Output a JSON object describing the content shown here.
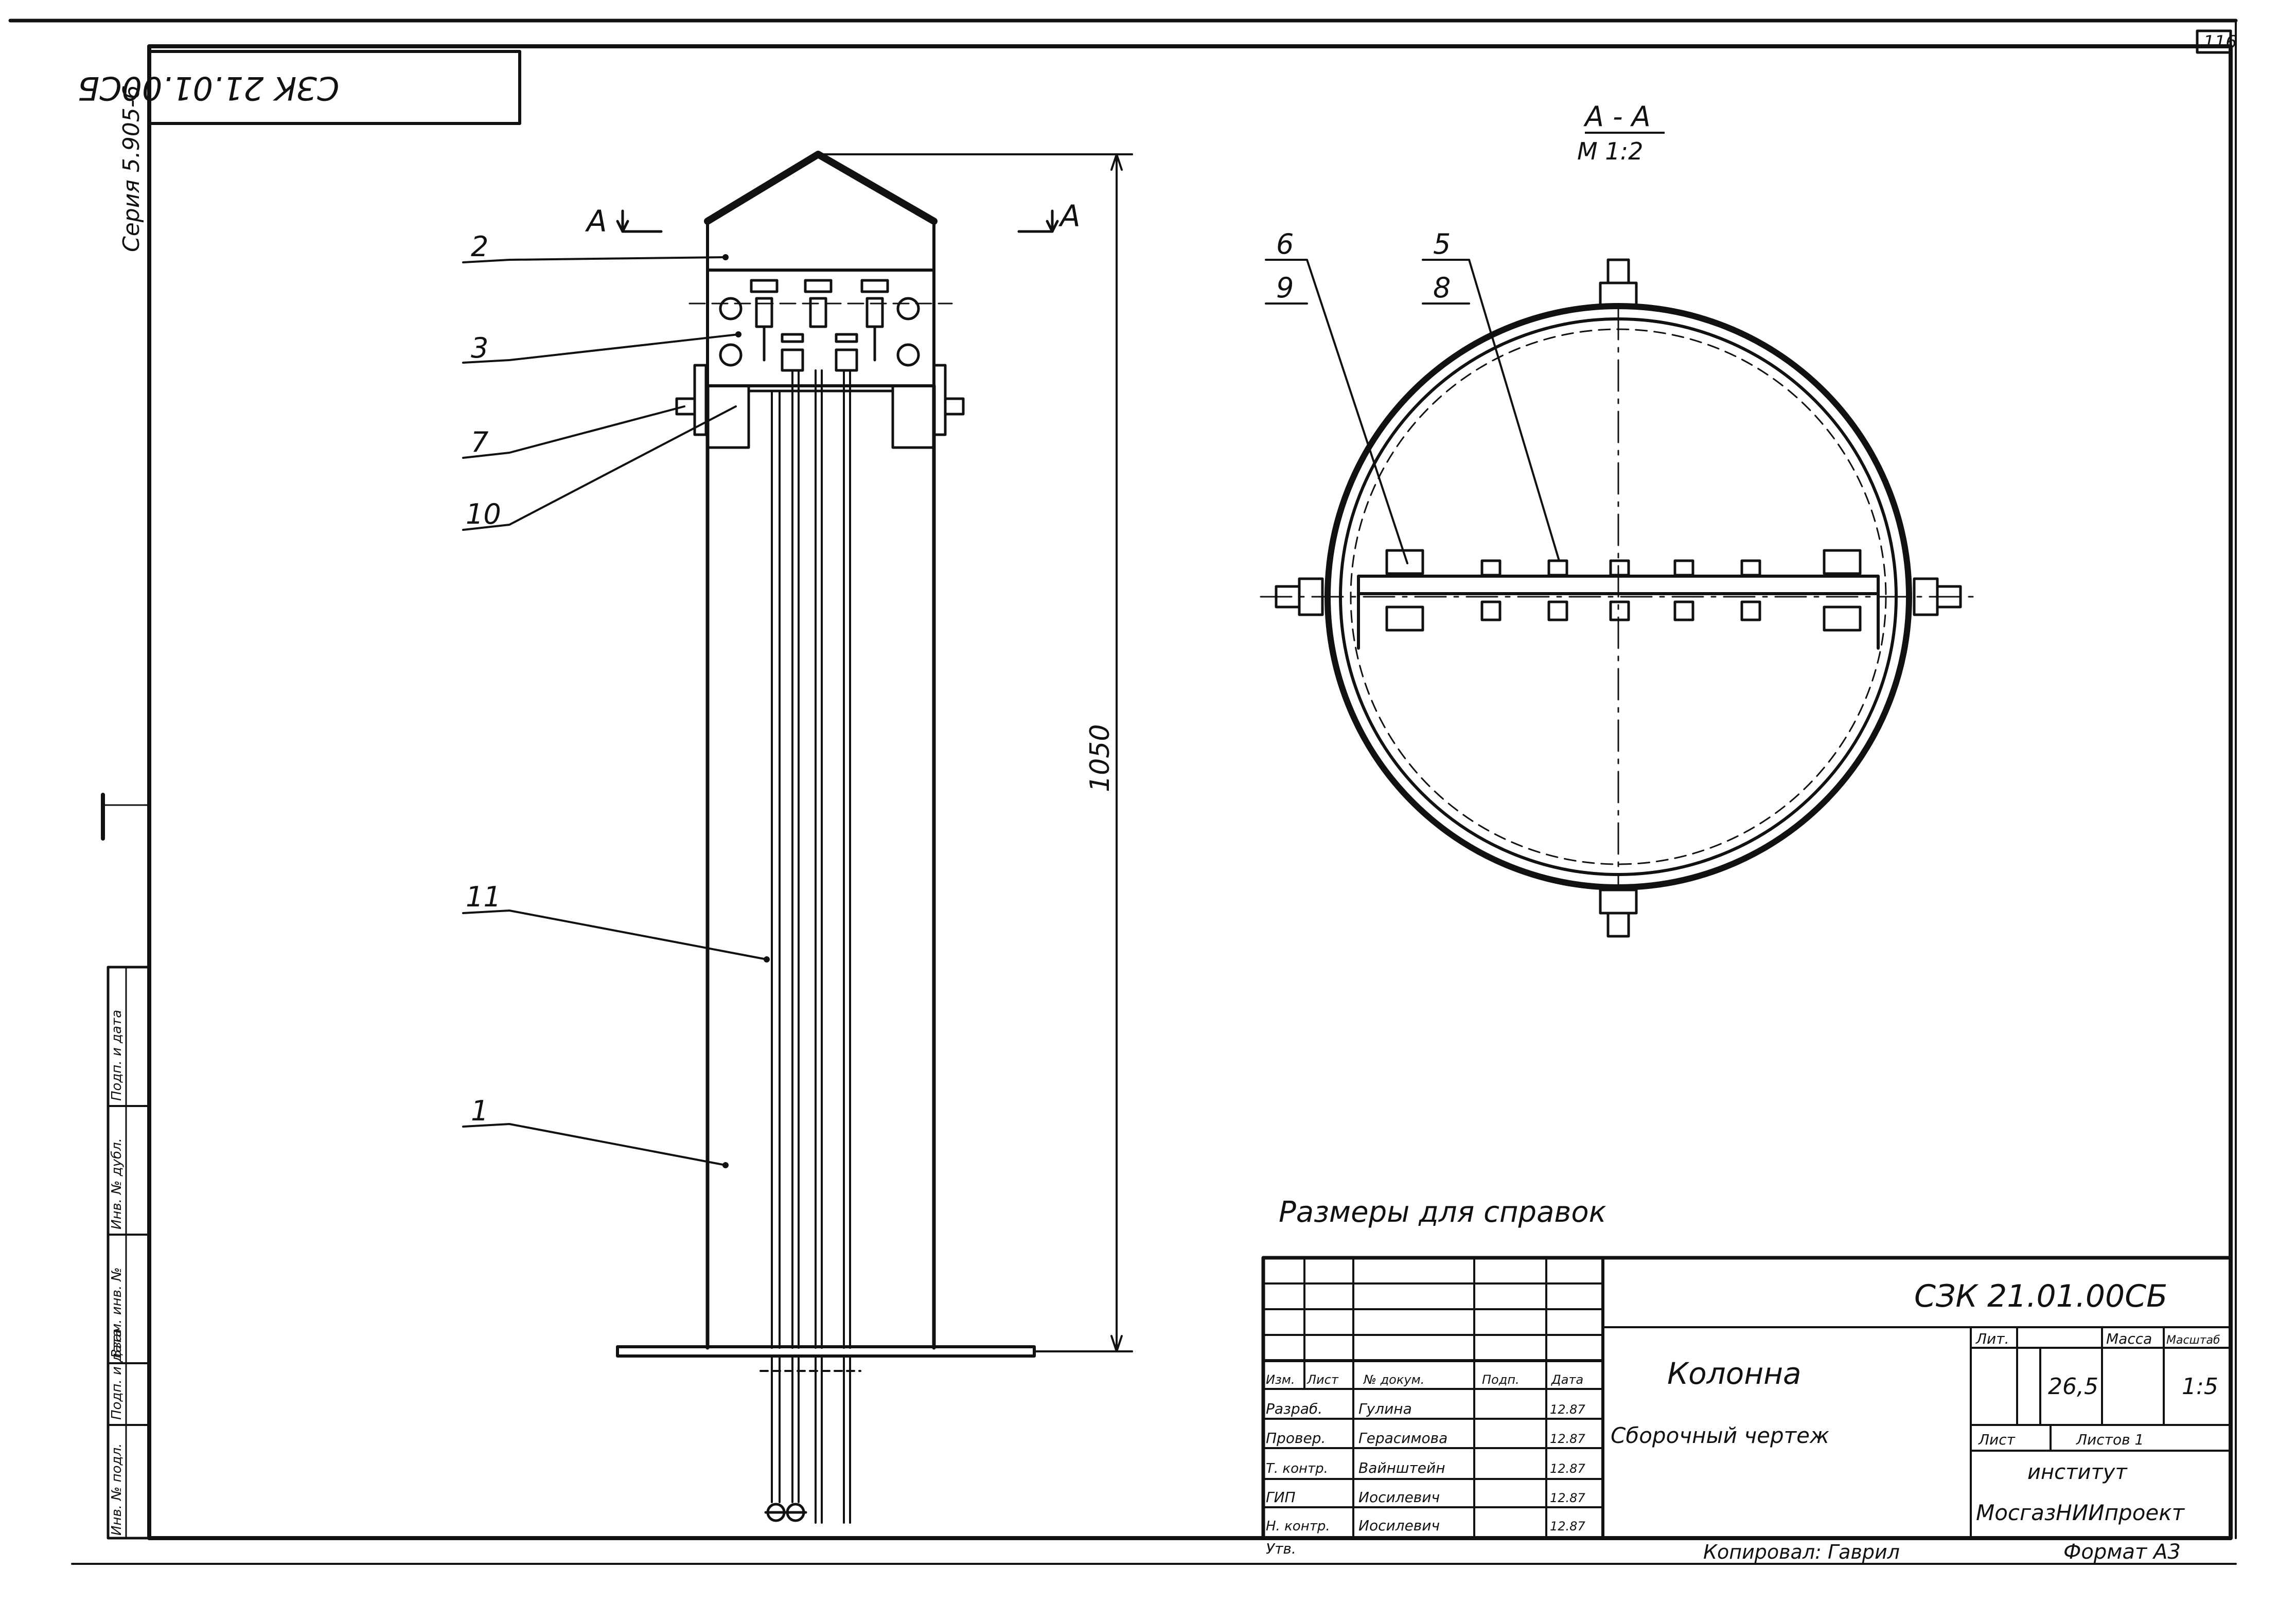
{
  "sheet": {
    "page_number": "116",
    "series": "Серия 5.905-6",
    "stamp_code_rotated": "СЗК 21.01.00СБ",
    "left_strip_labels": [
      "Инв. № подл.",
      "Подп. и дата",
      "Взам. инв. №",
      "Инв. № дубл.",
      "Подп. и дата"
    ]
  },
  "elevation_view": {
    "section_mark_left": "А",
    "section_mark_right": "А",
    "dimension_height": "1050",
    "callouts": [
      "2",
      "3",
      "7",
      "10",
      "11",
      "1"
    ]
  },
  "section_view": {
    "title": "А - А",
    "scale": "М 1:2",
    "callouts": [
      {
        "top": "6",
        "bottom": "9"
      },
      {
        "top": "5",
        "bottom": "8"
      }
    ]
  },
  "note": "Размеры для справок",
  "title_block": {
    "designation": "СЗК 21.01.00СБ",
    "name": "Колонна",
    "doc_type": "Сборочный чертеж",
    "col_headers": [
      "Изм.",
      "Лист",
      "№ докум.",
      "Подп.",
      "Дата"
    ],
    "rows": [
      {
        "role": "Разраб.",
        "name": "Гулина",
        "date": "12.87"
      },
      {
        "role": "Провер.",
        "name": "Герасимова",
        "date": "12.87"
      },
      {
        "role": "Т. контр.",
        "name": "Вайнштейн",
        "date": "12.87"
      },
      {
        "role": "ГИП",
        "name": "Иосилевич",
        "date": "12.87"
      },
      {
        "role": "Н. контр.",
        "name": "Иосилевич",
        "date": "12.87"
      },
      {
        "role": "Утв.",
        "name": "",
        "date": ""
      }
    ],
    "lit_label": "Лит.",
    "mass_label": "Масса",
    "scale_label": "Масштаб",
    "mass": "26,5",
    "scale": "1:5",
    "sheet_label": "Лист",
    "sheets_label": "Листов 1",
    "org_line1": "институт",
    "org_line2": "МосгазНИИпроект",
    "copied_by": "Копировал: Гаврил",
    "format": "Формат А3"
  },
  "colors": {
    "ink": "#111111",
    "paper": "#ffffff"
  }
}
